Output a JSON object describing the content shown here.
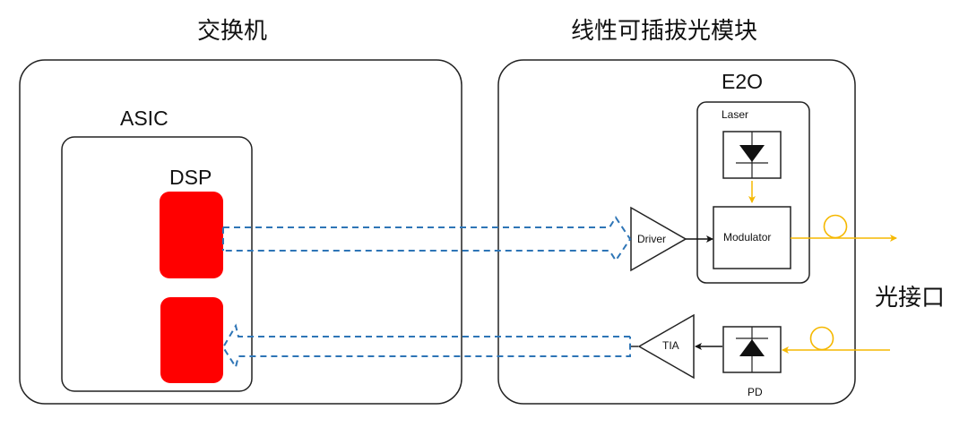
{
  "diagram": {
    "switch_block": {
      "title": "交换机",
      "asic_label": "ASIC",
      "dsp_label": "DSP"
    },
    "module_block": {
      "title": "线性可插拔光模块",
      "e2o_label": "E2O",
      "laser_label": "Laser",
      "modulator_label": "Modulator",
      "driver_label": "Driver",
      "tia_label": "TIA",
      "pd_label": "PD"
    },
    "optical_interface_label": "光接口",
    "colors": {
      "dsp_fill": "#ff0000",
      "electrical_link": "#2e75b6",
      "optical_path": "#f5b800",
      "outline": "#222222"
    },
    "links": [
      {
        "from": "DSP (top)",
        "to": "Driver",
        "type": "electrical-dashed",
        "direction": "right"
      },
      {
        "from": "TIA",
        "to": "DSP (bottom)",
        "type": "electrical-dashed",
        "direction": "left"
      },
      {
        "from": "Driver",
        "to": "Modulator",
        "type": "electrical"
      },
      {
        "from": "Laser",
        "to": "Modulator",
        "type": "optical"
      },
      {
        "from": "Modulator",
        "to": "光接口",
        "type": "optical"
      },
      {
        "from": "光接口",
        "to": "PD",
        "type": "optical"
      },
      {
        "from": "PD",
        "to": "TIA",
        "type": "electrical"
      }
    ]
  }
}
